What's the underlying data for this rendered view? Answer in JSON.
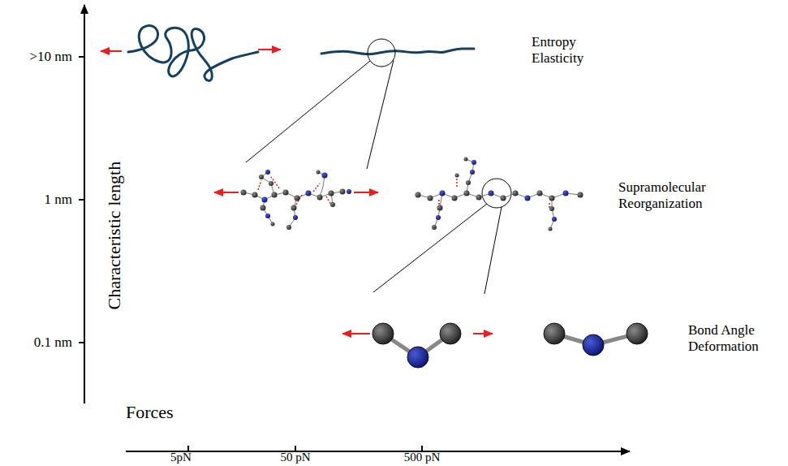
{
  "diagram": {
    "labels": [
      ">10 nm",
      "1 nm",
      "0.1 nm",
      "Characteristic length",
      "Forces",
      "5pN",
      "50 pN",
      "500 pN",
      "Entropy Elasticity",
      "Supramolecular Reorganization",
      "Bond Angle Deformation"
    ]
  }
}
